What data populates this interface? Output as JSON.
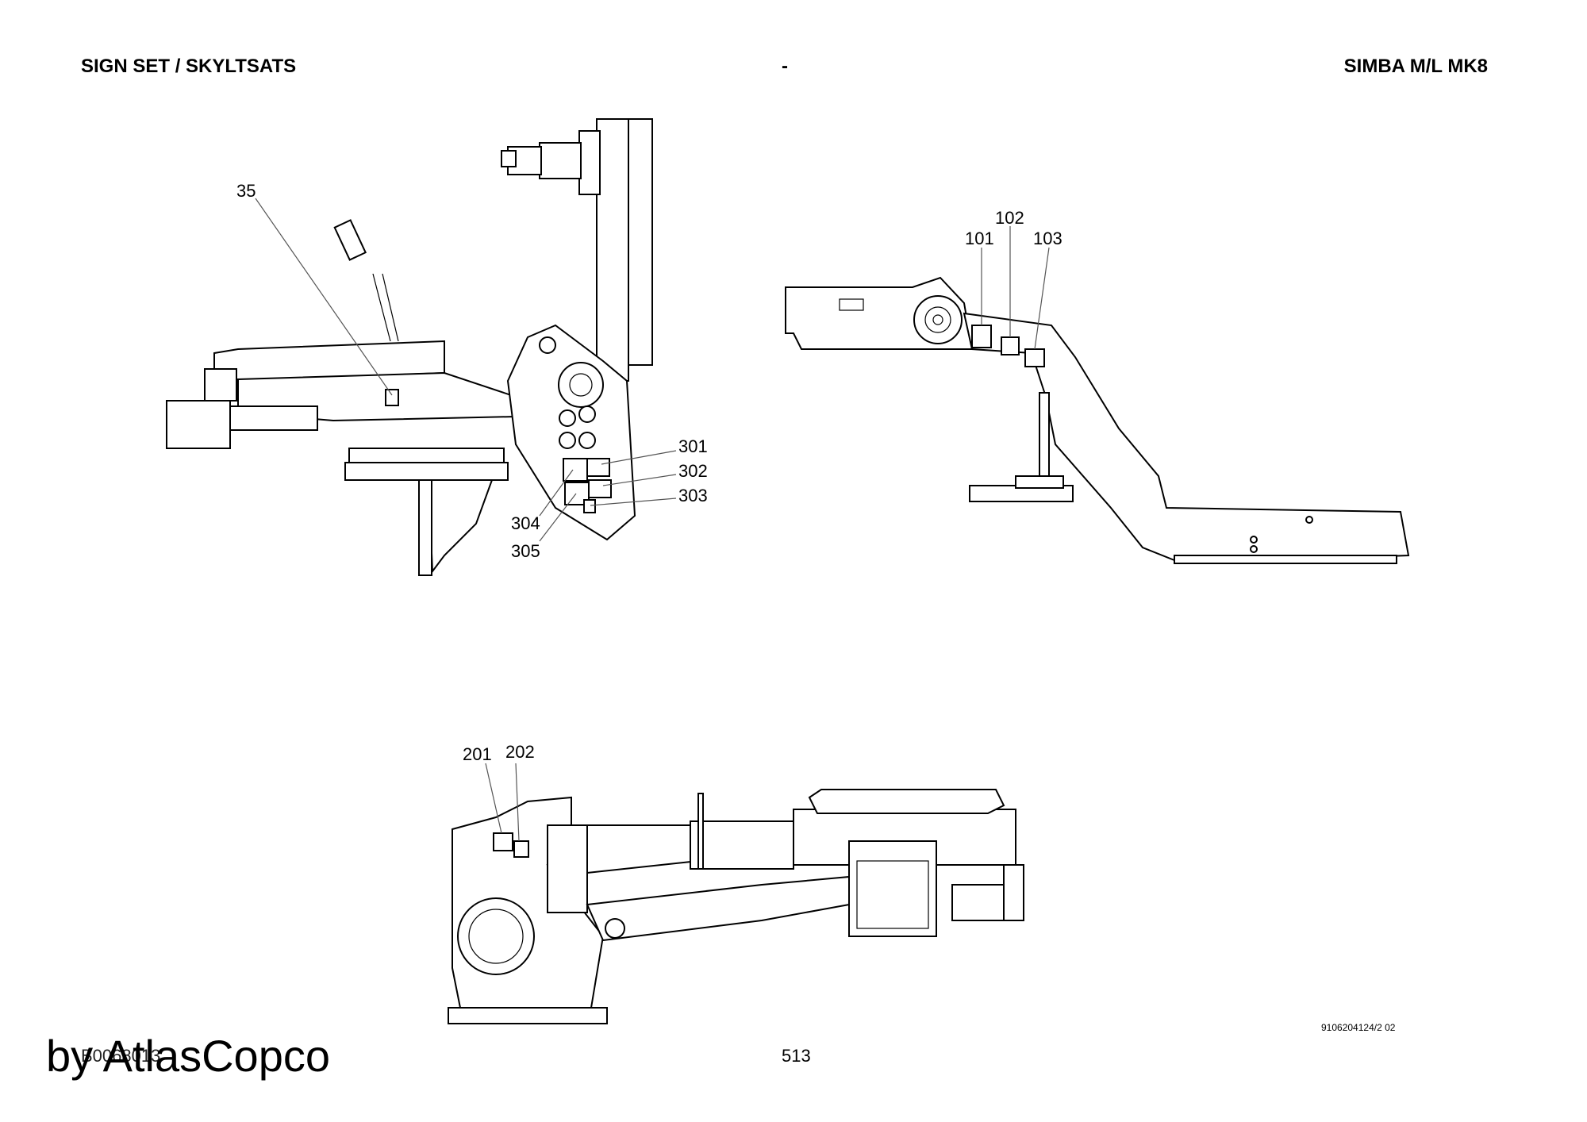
{
  "header": {
    "title_left": "SIGN SET / SKYLTSATS",
    "title_mid": "-",
    "title_right": "SIMBA M/L MK8"
  },
  "callouts": {
    "c35": "35",
    "c101": "101",
    "c102": "102",
    "c103": "103",
    "c201": "201",
    "c202": "202",
    "c301": "301",
    "c302": "302",
    "c303": "303",
    "c304": "304",
    "c305": "305"
  },
  "footer": {
    "doc_code": "B0068013",
    "page_number": "513",
    "drawing_number": "9106204124/2 02",
    "watermark": "by AtlasCopco"
  }
}
